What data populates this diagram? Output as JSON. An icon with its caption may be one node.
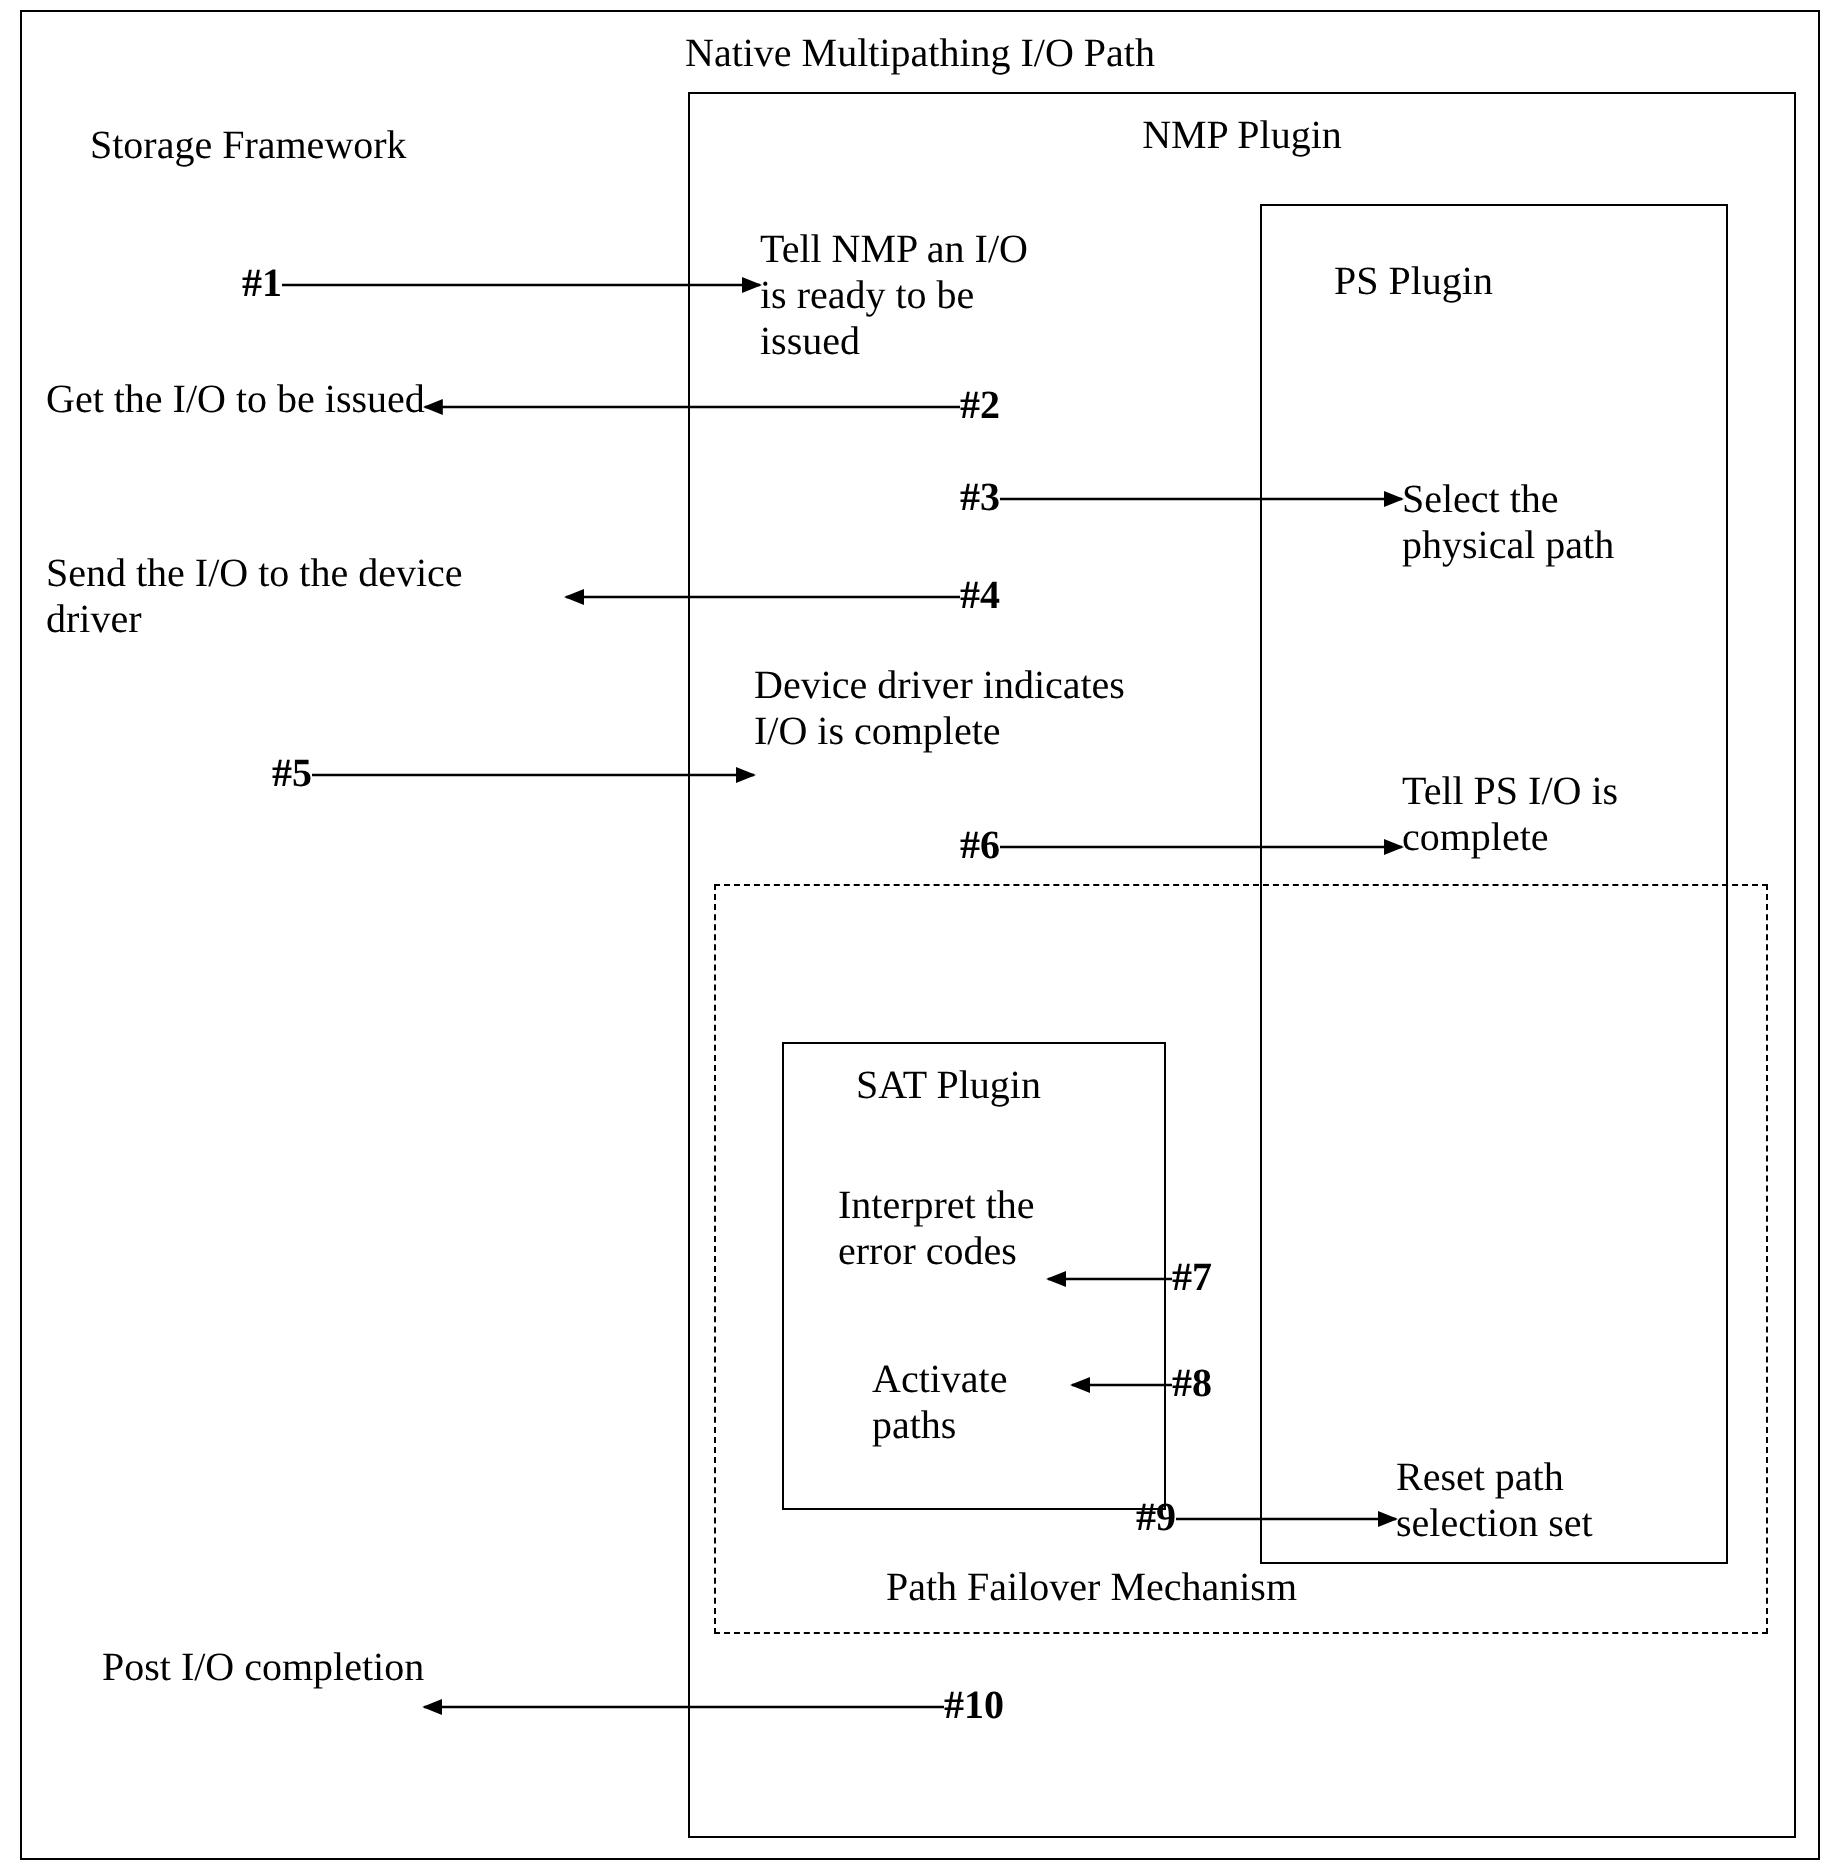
{
  "diagram": {
    "nodes": [
      {
        "text": [
          "Native Multipathing I/O Path"
        ]
      },
      {
        "text": [
          "NMP Plugin"
        ],
        "in": 0
      },
      {
        "text": [
          "PS Plugin"
        ],
        "in": 1
      },
      {
        "text": [
          "Path Failover Mechanism"
        ],
        "in": 1
      },
      {
        "text": [
          "SAT Plugin"
        ],
        "in": 3
      },
      {
        "text": [
          "#1"
        ],
        "in": 0
      },
      {
        "text": [
          "Tell NMP an I/O is ready to be issued"
        ],
        "in": 1
      },
      {
        "text": [
          "Get the I/O to be issued"
        ],
        "in": 0
      },
      {
        "text": [
          "#2"
        ],
        "in": 1
      },
      {
        "text": [
          "#3"
        ],
        "in": 1
      },
      {
        "text": [
          "Select the physical path"
        ],
        "in": 2
      },
      {
        "text": [
          "Send the I/O to the device driver"
        ],
        "in": 0
      },
      {
        "text": [
          "#4"
        ],
        "in": 1
      },
      {
        "text": [
          "Device driver indicates I/O is complete"
        ],
        "in": 1
      },
      {
        "text": [
          "#5"
        ],
        "in": 0
      },
      {
        "text": [
          "#6"
        ],
        "in": 1
      },
      {
        "text": [
          "Tell PS I/O is complete"
        ],
        "in": 2
      },
      {
        "text": [
          "Interpret the error codes"
        ],
        "in": 4
      },
      {
        "text": [
          "#7"
        ],
        "in": 3
      },
      {
        "text": [
          "Activate paths"
        ],
        "in": 4
      },
      {
        "text": [
          "#8"
        ],
        "in": 3
      },
      {
        "text": [
          "Reset path selection set"
        ]
      },
      {
        "text": [
          "#9"
        ],
        "in": 3
      },
      {
        "text": [
          "Post I/O completion"
        ],
        "in": 0
      },
      {
        "text": [
          "#10"
        ],
        "in": 1
      }
    ],
    "edges": [
      {
        "from": 5,
        "to": 6,
        "arrow": "to"
      },
      {
        "from": 8,
        "to": 7,
        "arrow": "to"
      },
      {
        "from": 9,
        "to": 10,
        "arrow": "to"
      },
      {
        "from": 12,
        "to": 11,
        "arrow": "to"
      },
      {
        "from": 14,
        "to": 13,
        "arrow": "to"
      },
      {
        "from": 15,
        "to": 16,
        "arrow": "to"
      },
      {
        "from": 18,
        "to": 17,
        "arrow": "to"
      },
      {
        "from": 20,
        "to": 19,
        "arrow": "to"
      },
      {
        "from": 22,
        "to": 21,
        "arrow": "to"
      },
      {
        "from": 24,
        "to": 23,
        "arrow": "to"
      }
    ],
    "labels": [
      "Storage Framework"
    ]
  }
}
